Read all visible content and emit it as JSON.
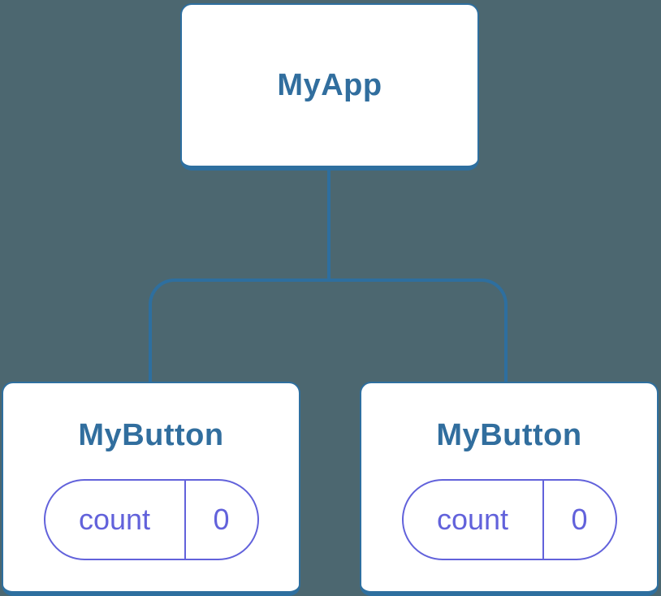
{
  "diagram": {
    "root": {
      "title": "MyApp"
    },
    "children": [
      {
        "title": "MyButton",
        "state": {
          "key": "count",
          "value": "0"
        }
      },
      {
        "title": "MyButton",
        "state": {
          "key": "count",
          "value": "0"
        }
      }
    ]
  },
  "colors": {
    "background": "#4C6770",
    "line-blue": "#2E6F9F",
    "title-blue": "#316E9E",
    "state-purple": "#6262DB",
    "node-fill": "#FFFFFF"
  }
}
